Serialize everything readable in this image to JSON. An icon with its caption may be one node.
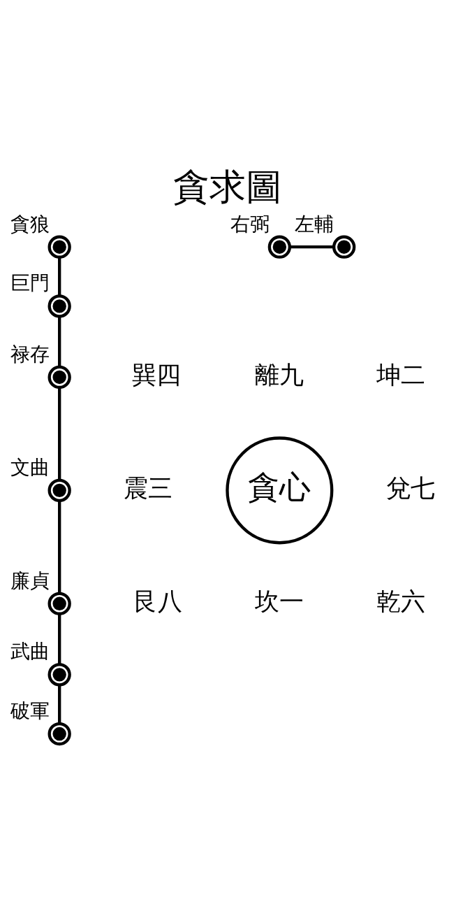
{
  "diagram": {
    "title": "貪求圖",
    "nodes": [
      {
        "text": [],
        "shape": "circle",
        "beside": [
          "貪狼"
        ]
      },
      {
        "text": [],
        "shape": "circle",
        "beside": [
          "巨門"
        ]
      },
      {
        "text": [],
        "shape": "circle",
        "beside": [
          "禄存"
        ]
      },
      {
        "text": [],
        "shape": "circle",
        "beside": [
          "文曲"
        ]
      },
      {
        "text": [],
        "shape": "circle",
        "beside": [
          "廉貞"
        ]
      },
      {
        "text": [],
        "shape": "circle",
        "beside": [
          "武曲"
        ]
      },
      {
        "text": [],
        "shape": "circle",
        "beside": [
          "破軍"
        ]
      },
      {
        "text": [],
        "shape": "circle",
        "beside": [
          "右弼"
        ]
      },
      {
        "text": [],
        "shape": "circle",
        "beside": [
          "左輔"
        ]
      },
      {
        "text": [
          "貪心"
        ]
      }
    ],
    "edges": [
      {
        "from": 0,
        "to": 1,
        "arrow": "none"
      },
      {
        "from": 1,
        "to": 2,
        "arrow": "none"
      },
      {
        "from": 2,
        "to": 3,
        "arrow": "none"
      },
      {
        "from": 3,
        "to": 4,
        "arrow": "none"
      },
      {
        "from": 4,
        "to": 5,
        "arrow": "none"
      },
      {
        "from": 5,
        "to": 6,
        "arrow": "none"
      },
      {
        "from": 7,
        "to": 8,
        "arrow": "none"
      }
    ],
    "labels": [
      "離九",
      "坤二",
      "兌七",
      "乾六",
      "坎一",
      "艮八",
      "震三",
      "巽四"
    ]
  }
}
